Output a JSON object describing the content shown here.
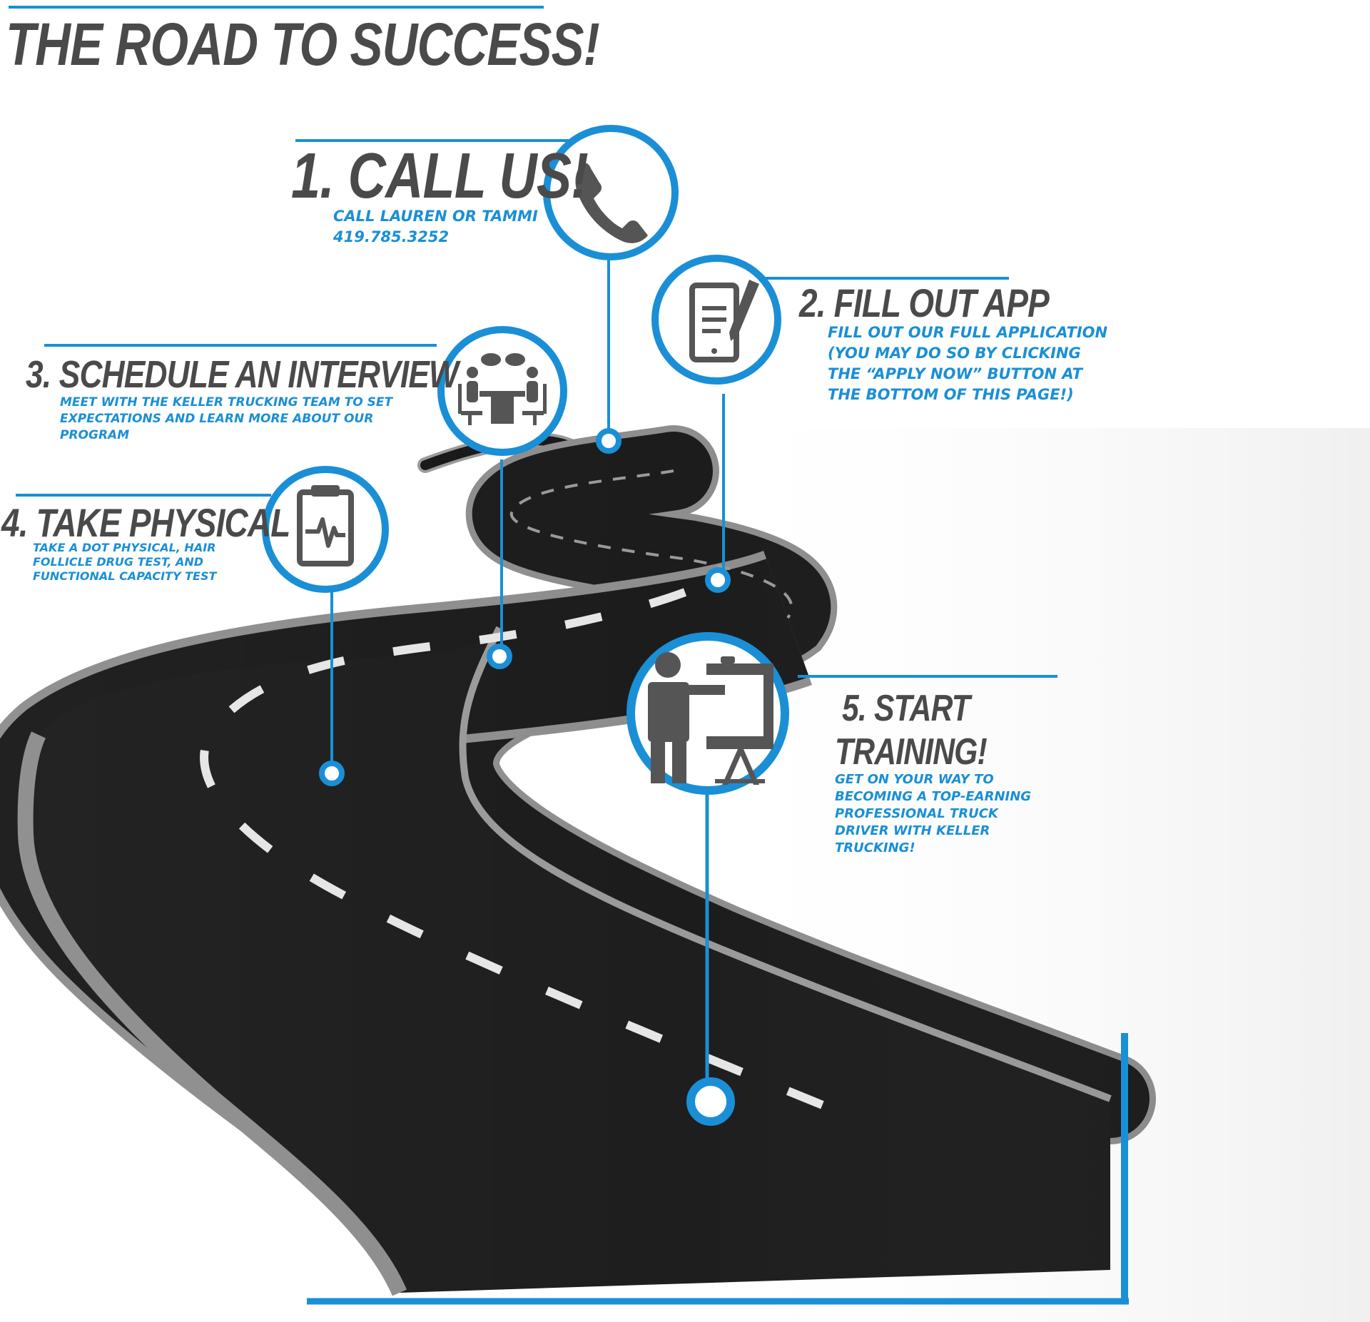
{
  "title": "THE ROAD TO SUCCESS!",
  "colors": {
    "accent": "#1a8fd6",
    "heading": "#4a4a4a",
    "icon": "#555555",
    "road": "#1c1c1c",
    "road_edge": "#8e8e8e"
  },
  "steps": [
    {
      "title": "1. CALL US!",
      "description": "CALL LAUREN OR TAMMI 419.785.3252",
      "icon": "phone-icon"
    },
    {
      "title": "2. FILL OUT APP",
      "description": "FILL OUT OUR FULL APPLICATION (YOU MAY DO SO BY CLICKING THE “APPLY NOW” BUTTON AT THE BOTTOM OF THIS PAGE!)",
      "icon": "tablet-pen-icon"
    },
    {
      "title": "3. SCHEDULE AN INTERVIEW",
      "description": "MEET WITH THE KELLER TRUCKING TEAM TO SET EXPECTATIONS AND LEARN MORE ABOUT OUR PROGRAM",
      "icon": "meeting-icon"
    },
    {
      "title": "4. TAKE PHYSICAL",
      "description": "TAKE A DOT PHYSICAL, HAIR FOLLICLE DRUG TEST, AND FUNCTIONAL CAPACITY TEST",
      "icon": "clipboard-heartbeat-icon"
    },
    {
      "title_line1": "5. START",
      "title_line2": "TRAINING!",
      "description": "GET ON YOUR WAY TO BECOMING A TOP-EARNING PROFESSIONAL TRUCK DRIVER WITH KELLER TRUCKING!",
      "icon": "presenter-board-icon"
    }
  ]
}
